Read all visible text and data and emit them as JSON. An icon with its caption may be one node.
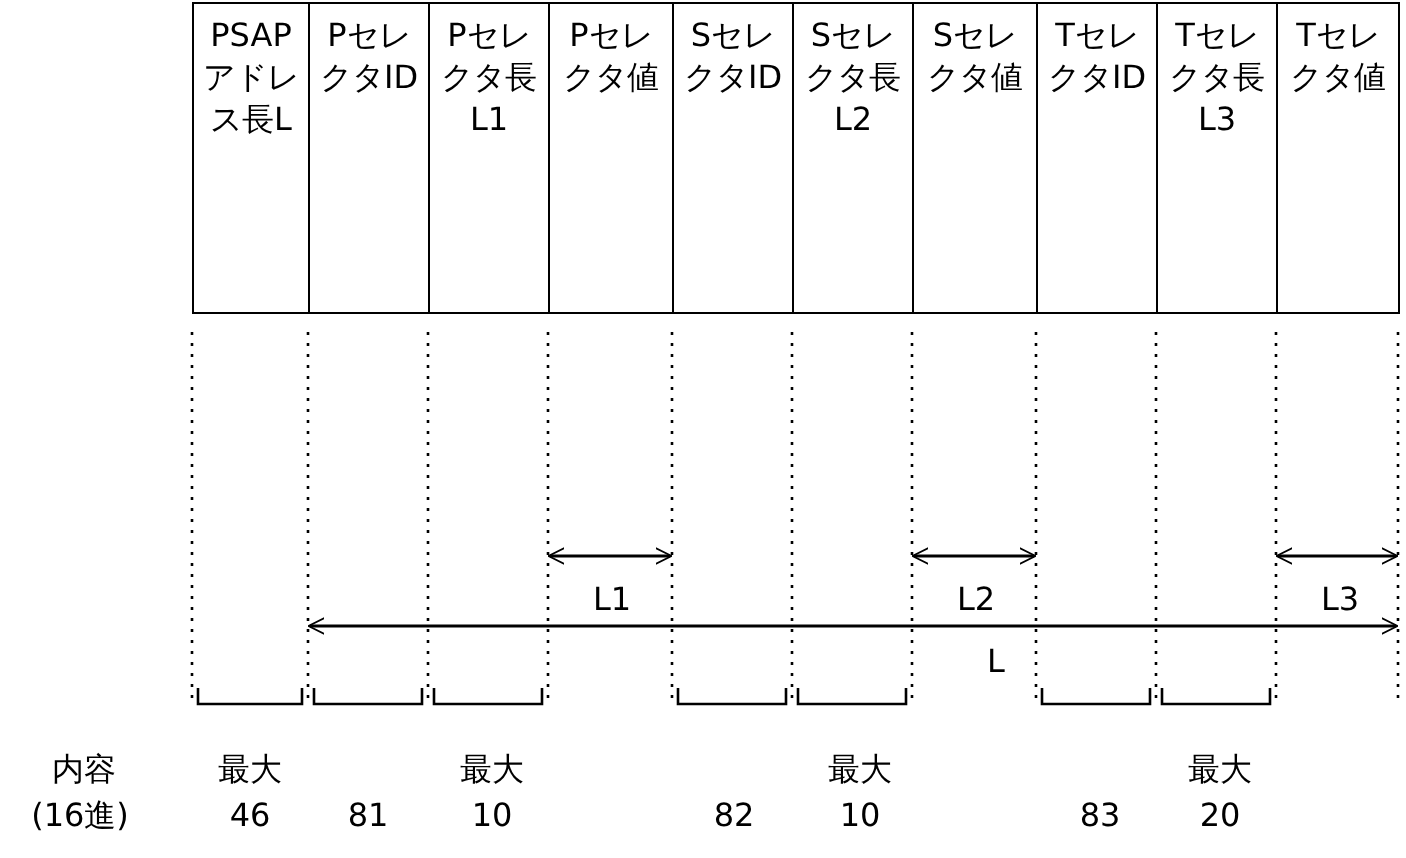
{
  "diagram": {
    "nodes": [
      {
        "text": [
          "PSAPアドレス長L"
        ]
      },
      {
        "text": [
          "PセレクタID"
        ]
      },
      {
        "text": [
          "Pセレクタ長L1"
        ]
      },
      {
        "text": [
          "Pセレクタ値"
        ]
      },
      {
        "text": [
          "SセレクタID"
        ]
      },
      {
        "text": [
          "Sセレクタ長L2"
        ]
      },
      {
        "text": [
          "Sセレクタ値"
        ]
      },
      {
        "text": [
          "TセレクタID"
        ]
      },
      {
        "text": [
          "Tセレクタ長L3"
        ]
      },
      {
        "text": [
          "Tセレクタ値"
        ]
      }
    ],
    "edges": [],
    "labels": [
      "L1",
      "L2",
      "L3",
      "L",
      "内容",
      "最大",
      "最大",
      "最大",
      "最大",
      "(16進)",
      "46",
      "81",
      "10",
      "82",
      "10",
      "83",
      "20"
    ]
  }
}
